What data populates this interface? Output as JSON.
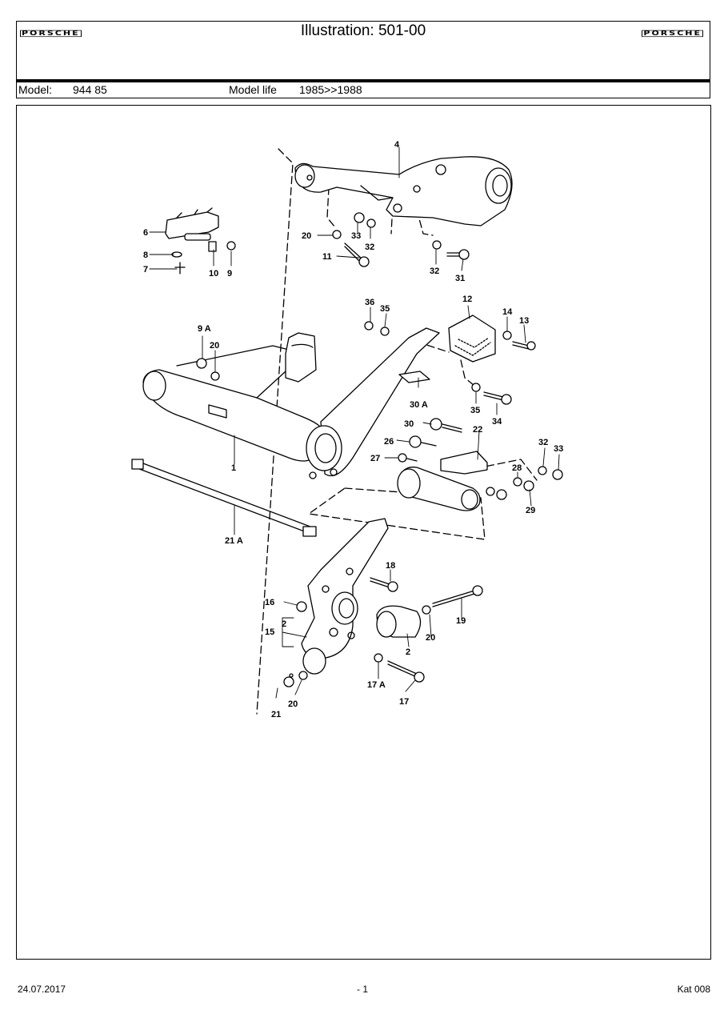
{
  "header": {
    "logo_left": "PORSCHE",
    "logo_right": "PORSCHE",
    "title": "Illustration: 501-00"
  },
  "model_bar": {
    "model_label": "Model:",
    "model_value": "944 85",
    "life_label": "Model life",
    "life_value": "1985>>1988"
  },
  "diagram": {
    "callouts": [
      "4",
      "6",
      "8",
      "7",
      "10",
      "9",
      "20",
      "33",
      "32",
      "11",
      "32",
      "31",
      "36",
      "35",
      "12",
      "14",
      "13",
      "9 A",
      "20",
      "30 A",
      "35",
      "34",
      "1",
      "30",
      "22",
      "26",
      "27",
      "32",
      "33",
      "28",
      "29",
      "21 A",
      "18",
      "16",
      "15",
      "2",
      "2",
      "20",
      "19",
      "17 A",
      "17",
      "21",
      "20"
    ]
  },
  "footer": {
    "date": "24.07.2017",
    "page": "- 1",
    "catalog": "Kat 008"
  }
}
